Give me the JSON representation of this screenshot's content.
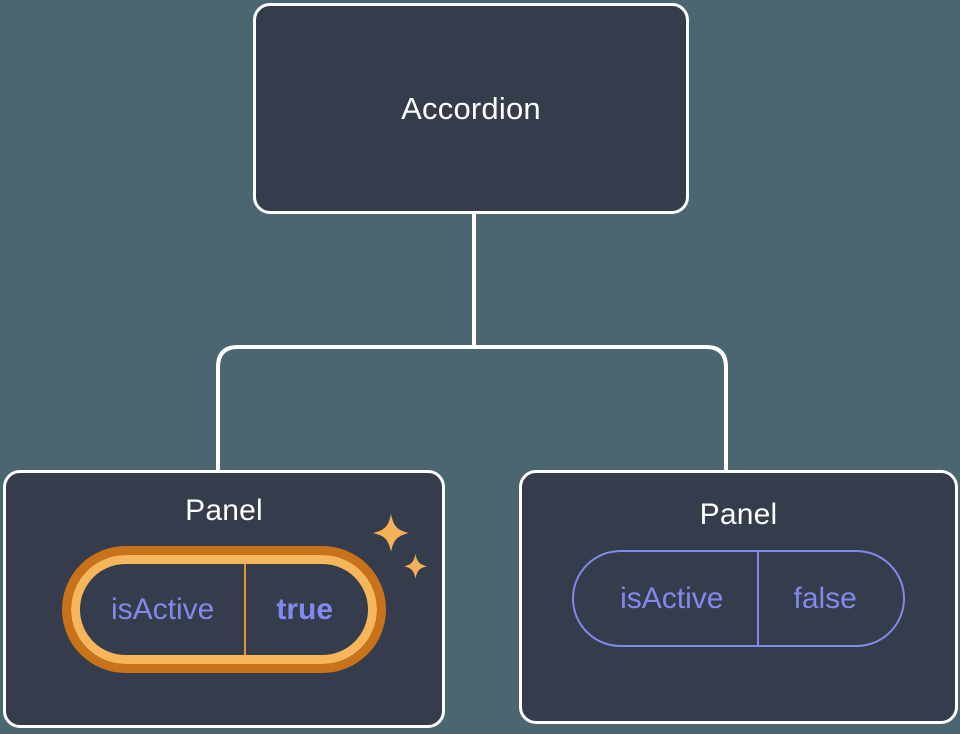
{
  "canvas": {
    "background_color": "#4b6670",
    "node_fill_color": "#353c4b",
    "node_border_color": "#ffffff",
    "connector_color": "#ffffff",
    "prop_color": "#8189ec",
    "highlight_outer_color": "#c8731a",
    "highlight_inner_color": "#f7b55c",
    "sparkle_color": "#f5b15a"
  },
  "tree": {
    "root": {
      "title": "Accordion"
    },
    "children": [
      {
        "title": "Panel",
        "highlighted": true,
        "prop": {
          "key": "isActive",
          "value": "true"
        },
        "sparkle_icon": "sparkles-icon"
      },
      {
        "title": "Panel",
        "highlighted": false,
        "prop": {
          "key": "isActive",
          "value": "false"
        }
      }
    ]
  }
}
